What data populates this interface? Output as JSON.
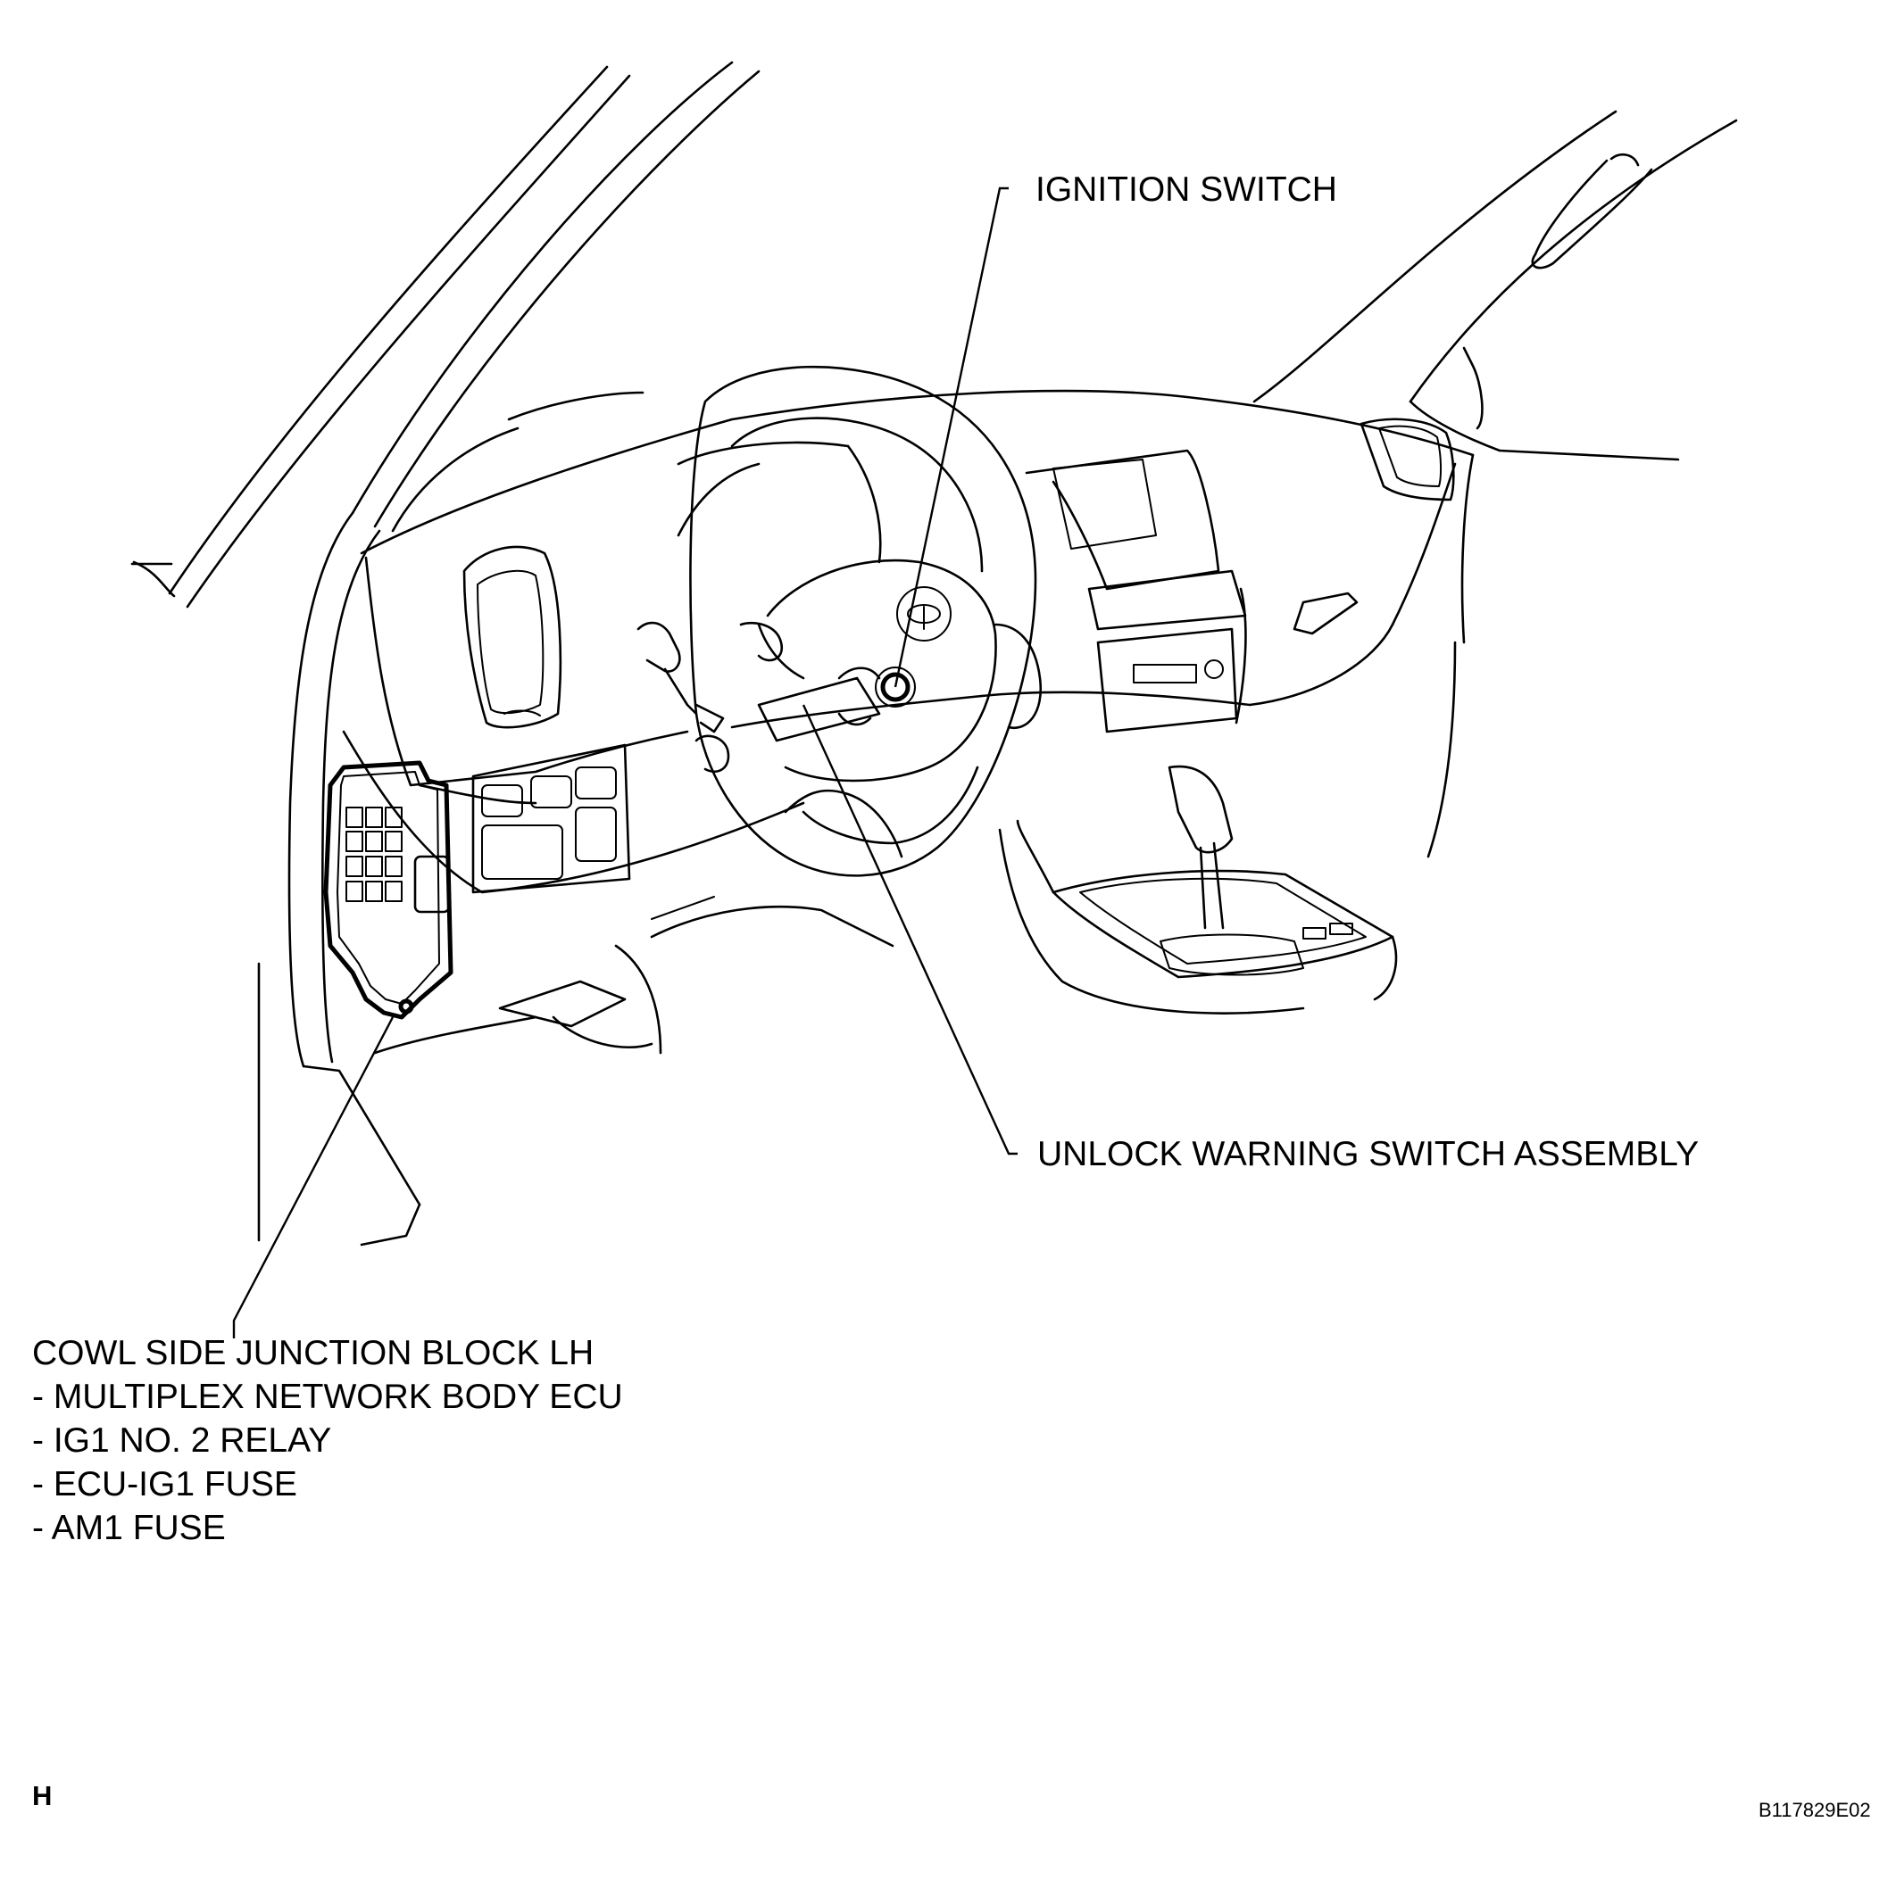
{
  "labels": {
    "ignition_switch": "IGNITION SWITCH",
    "unlock_warning_switch": "UNLOCK WARNING SWITCH ASSEMBLY",
    "cowl_block_title": "COWL SIDE JUNCTION BLOCK LH",
    "cowl_block_items": [
      "- MULTIPLEX NETWORK BODY ECU",
      "- IG1 NO. 2 RELAY",
      "- ECU-IG1 FUSE",
      "- AM1 FUSE"
    ]
  },
  "corner_letter": "H",
  "figure_code": "B117829E02"
}
